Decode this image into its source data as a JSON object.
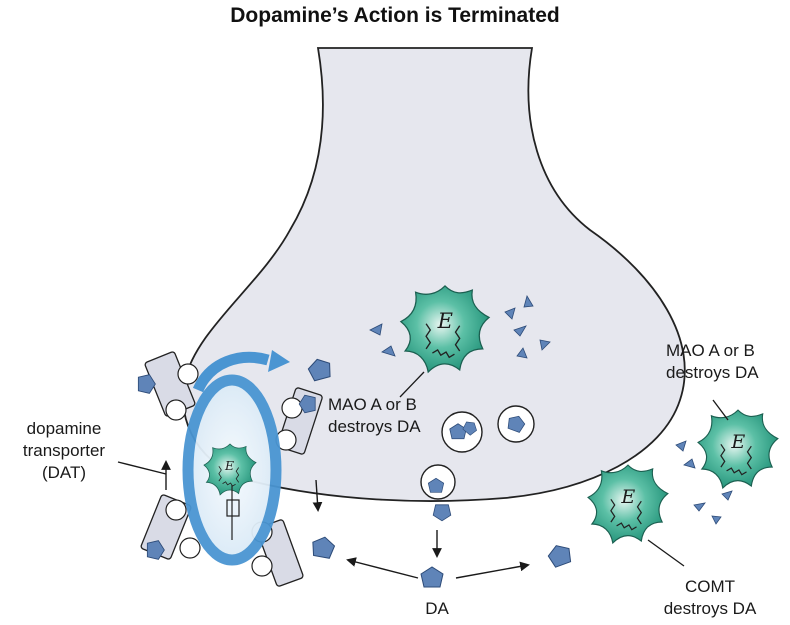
{
  "title": "Dopamine’s Action is Terminated",
  "labels": {
    "mao_inside_line1": "MAO A or B",
    "mao_inside_line2": "destroys DA",
    "mao_outside_line1": "MAO A or B",
    "mao_outside_line2": "destroys DA",
    "dat_line1": "dopamine",
    "dat_line2": "transporter",
    "dat_line3": "(DAT)",
    "comt_line1": "COMT",
    "comt_line2": "destroys DA",
    "da": "DA"
  },
  "enzyme_letter": "E",
  "colors": {
    "neuron_fill": "#e6e7ee",
    "enzyme_fill": "#2aa38a",
    "dopamine_fill": "#5f84b8",
    "transporter_arrow": "#4a95d2",
    "transporter_core": "#e8f2fa",
    "transporter_block": "#d9dbe6"
  }
}
